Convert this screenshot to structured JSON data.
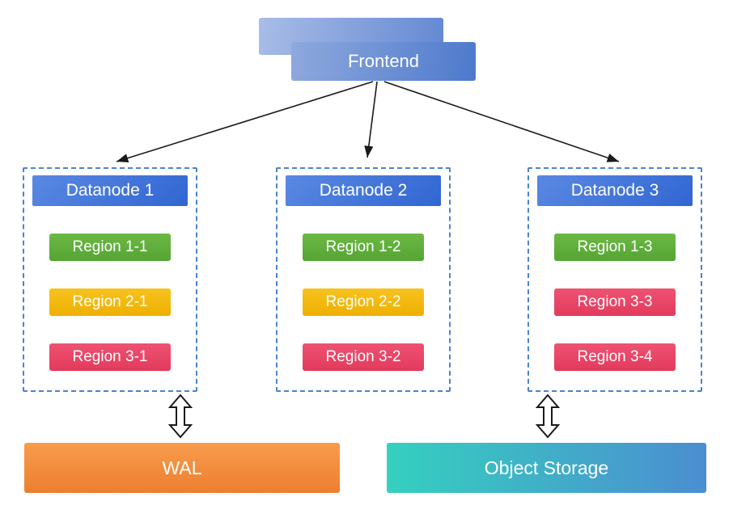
{
  "frontend": {
    "label": "Frontend"
  },
  "datanodes": [
    {
      "label": "Datanode 1",
      "regions": [
        {
          "label": "Region 1-1",
          "color": "green"
        },
        {
          "label": "Region 2-1",
          "color": "amber"
        },
        {
          "label": "Region 3-1",
          "color": "red"
        }
      ]
    },
    {
      "label": "Datanode 2",
      "regions": [
        {
          "label": "Region 1-2",
          "color": "green"
        },
        {
          "label": "Region 2-2",
          "color": "amber"
        },
        {
          "label": "Region 3-2",
          "color": "red"
        }
      ]
    },
    {
      "label": "Datanode 3",
      "regions": [
        {
          "label": "Region 1-3",
          "color": "green"
        },
        {
          "label": "Region 3-3",
          "color": "red"
        },
        {
          "label": "Region 3-4",
          "color": "red"
        }
      ]
    }
  ],
  "storage": {
    "wal": {
      "label": "WAL"
    },
    "object_storage": {
      "label": "Object Storage"
    }
  },
  "colors": {
    "arrow": "#1a1a1a",
    "frontend_back_a": "#a9bde7",
    "frontend_back_b": "#6388d3",
    "frontend_a": "#8fa9dd",
    "frontend_b": "#4d79cc",
    "datanode_header_a": "#5a89e2",
    "datanode_header_b": "#3166d2",
    "datanode_border": "#4a85ca",
    "region_green_a": "#6cb845",
    "region_green_b": "#55a534",
    "region_amber_a": "#f7c21f",
    "region_amber_b": "#eeb000",
    "region_red_a": "#ef5272",
    "region_red_b": "#e23a5c",
    "wal_a": "#f89c4d",
    "wal_b": "#ec7f2e",
    "objstore_a": "#35d0bf",
    "objstore_b": "#4b8ed0"
  }
}
